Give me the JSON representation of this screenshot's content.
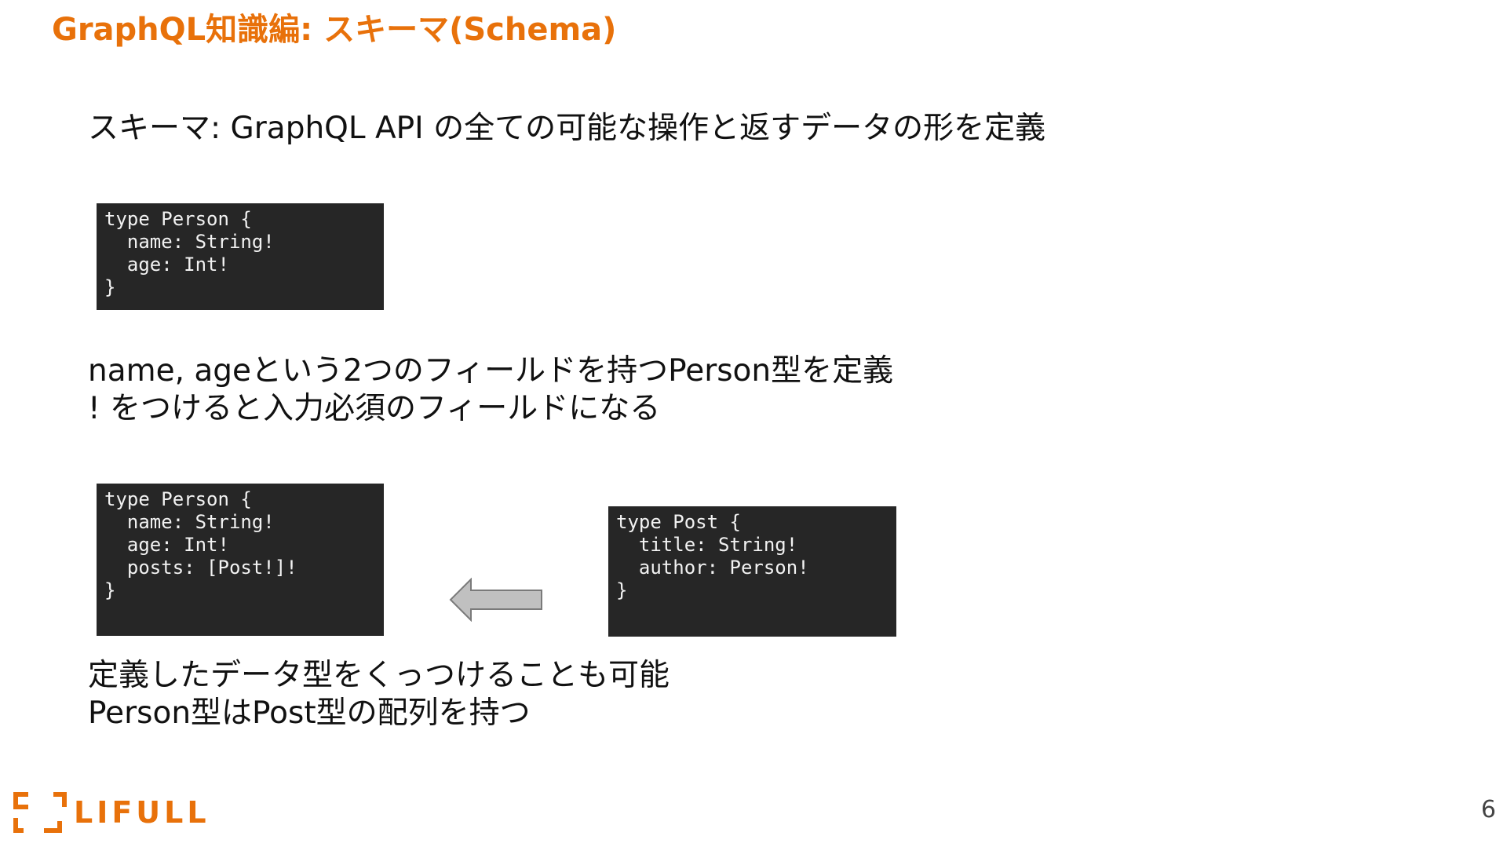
{
  "colors": {
    "accent": "#e8710a",
    "code_bg": "#262626",
    "code_text": "#f2f2f2",
    "arrow_fill": "#c0c0c0",
    "arrow_stroke": "#7a7a7a"
  },
  "slide": {
    "title": "GraphQL知識編: スキーマ(Schema)",
    "subtitle": "スキーマ: GraphQL API の全ての可能な操作と返すデータの形を定義",
    "code1": "type Person {\n  name: String!\n  age: Int!\n}",
    "desc1_line1": "name, ageという2つのフィールドを持つPerson型を定義",
    "desc1_line2": "! をつけると入力必須のフィールドになる",
    "code2": "type Person {\n  name: String!\n  age: Int!\n  posts: [Post!]!\n}",
    "code3": "type Post {\n  title: String!\n  author: Person!\n}",
    "arrow_icon": "left-arrow-icon",
    "desc2_line1": "定義したデータ型をくっつけることも可能",
    "desc2_line2": "Person型はPost型の配列を持つ",
    "logo_text": "LIFULL",
    "page_number": "6"
  }
}
